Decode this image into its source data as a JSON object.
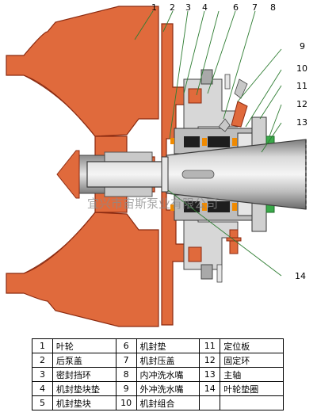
{
  "colors": {
    "pump_casing": "#e06a3c",
    "casing_outline": "#8b2a10",
    "metal_light": "#d7d7d7",
    "metal_mid": "#a9a9a9",
    "metal_dark": "#6f6f6f",
    "seal_black": "#1e1e1e",
    "seal_orange": "#f08a00",
    "seal_green": "#3aaa4a"
  },
  "callouts": [
    "1",
    "2",
    "3",
    "4",
    "6",
    "7",
    "8",
    "9",
    "10",
    "11",
    "12",
    "13",
    "14"
  ],
  "watermark": "宜兴市宙斯泵业有限公司",
  "legend": {
    "rows": [
      [
        {
          "num": "1",
          "label": "叶轮"
        },
        {
          "num": "6",
          "label": "机封垫"
        },
        {
          "num": "11",
          "label": "定位板"
        }
      ],
      [
        {
          "num": "2",
          "label": "后泵盖"
        },
        {
          "num": "7",
          "label": "机封压盖"
        },
        {
          "num": "12",
          "label": "固定环"
        }
      ],
      [
        {
          "num": "3",
          "label": "密封挡环"
        },
        {
          "num": "8",
          "label": "内冲洗水嘴"
        },
        {
          "num": "13",
          "label": "主轴"
        }
      ],
      [
        {
          "num": "4",
          "label": "机封垫块垫"
        },
        {
          "num": "9",
          "label": "外冲洗水嘴"
        },
        {
          "num": "14",
          "label": "叶轮垫圈"
        }
      ],
      [
        {
          "num": "5",
          "label": "机封垫块"
        },
        {
          "num": "10",
          "label": "机封组合"
        },
        {
          "num": "",
          "label": ""
        }
      ]
    ]
  }
}
